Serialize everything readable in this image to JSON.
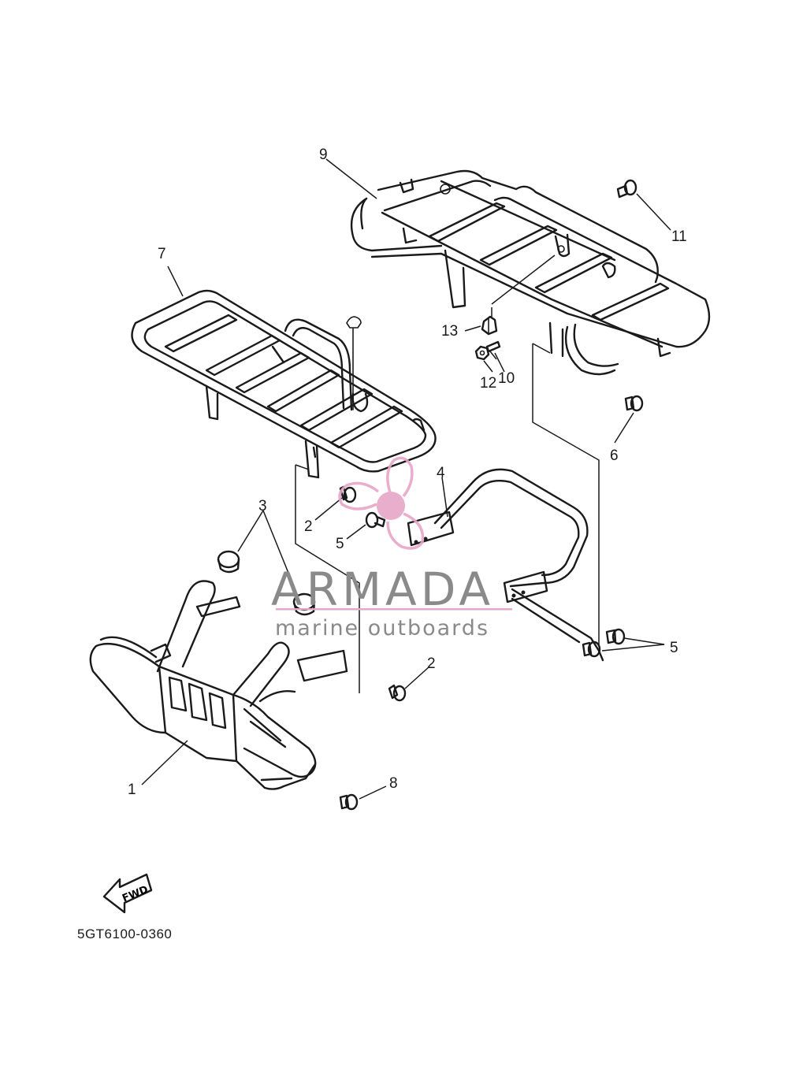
{
  "diagram": {
    "callouts": [
      {
        "id": "c1",
        "text": "1"
      },
      {
        "id": "c2a",
        "text": "2"
      },
      {
        "id": "c2b",
        "text": "2"
      },
      {
        "id": "c3",
        "text": "3"
      },
      {
        "id": "c4",
        "text": "4"
      },
      {
        "id": "c5a",
        "text": "5"
      },
      {
        "id": "c5b",
        "text": "5"
      },
      {
        "id": "c6",
        "text": "6"
      },
      {
        "id": "c7",
        "text": "7"
      },
      {
        "id": "c8",
        "text": "8"
      },
      {
        "id": "c9",
        "text": "9"
      },
      {
        "id": "c10",
        "text": "10"
      },
      {
        "id": "c11",
        "text": "11"
      },
      {
        "id": "c12",
        "text": "12"
      },
      {
        "id": "c13",
        "text": "13"
      }
    ],
    "part_code": "5GT6100-0360",
    "fwd_label": "FWD"
  },
  "watermark": {
    "brand": "ARMADA",
    "tagline": "marine outboards",
    "colors": {
      "text": "#8a8a8a",
      "accent": "#e8a6c8"
    }
  }
}
